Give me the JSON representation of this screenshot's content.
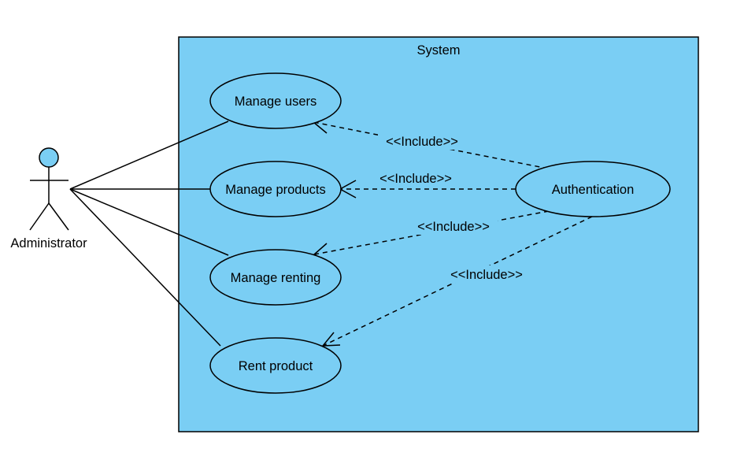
{
  "system": {
    "title": "System",
    "fill": "#7ACEF4"
  },
  "actor": {
    "name": "Administrator",
    "head_fill": "#7ACEF4"
  },
  "use_cases": {
    "manage_users": "Manage users",
    "manage_products": "Manage products",
    "manage_renting": "Manage renting",
    "rent_product": "Rent product",
    "authentication": "Authentication"
  },
  "include_labels": {
    "users": "<<Include>>",
    "products": "<<Include>>",
    "renting": "<<Include>>",
    "rent": "<<Include>>"
  }
}
